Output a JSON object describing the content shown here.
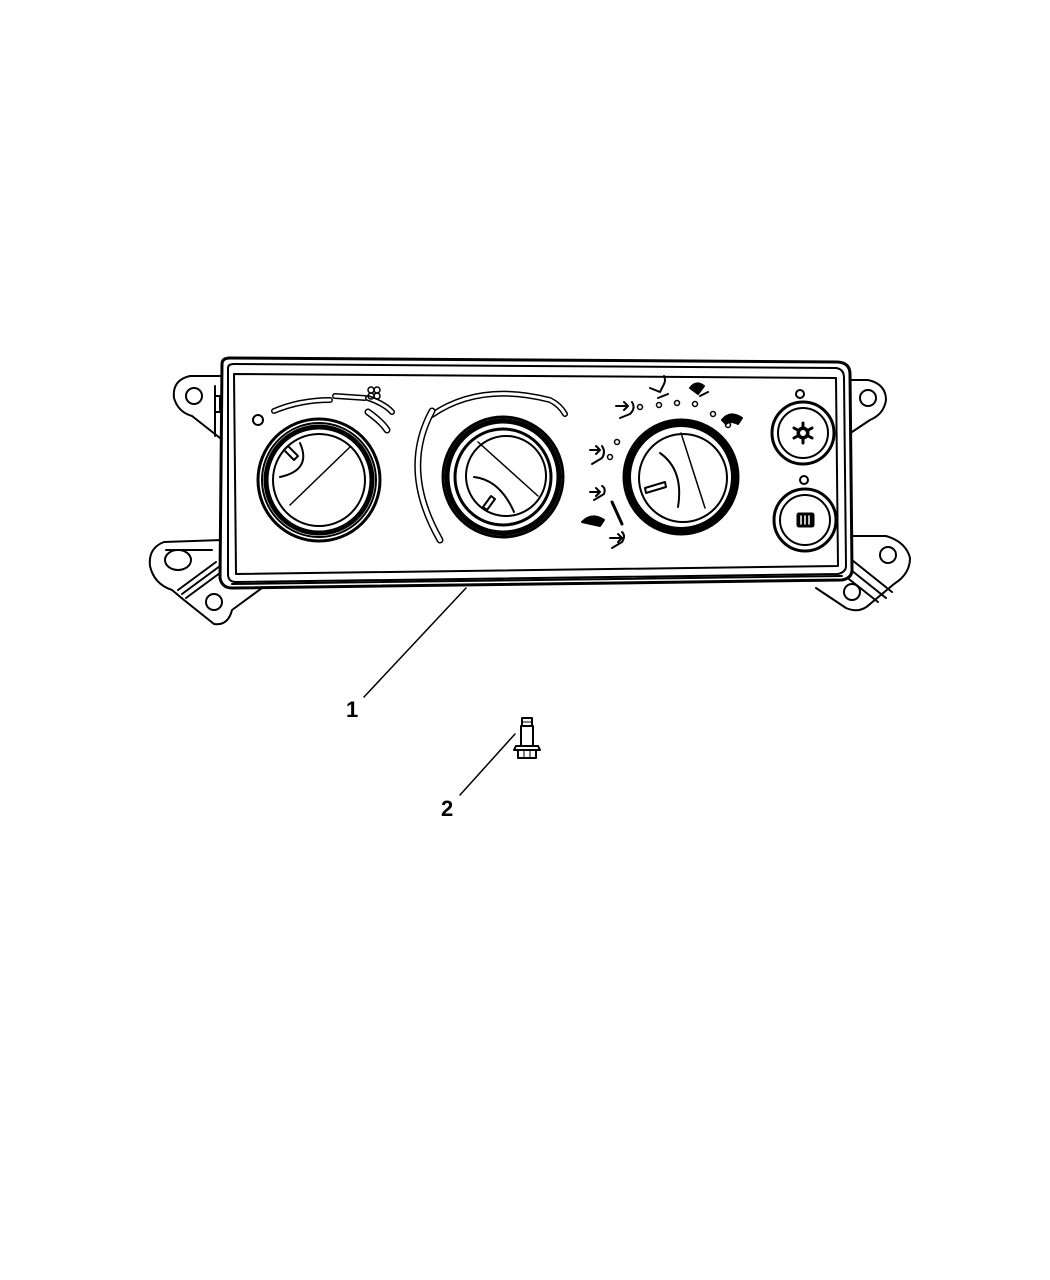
{
  "diagram": {
    "type": "exploded-parts-diagram",
    "subject": "HVAC heater / A-C control panel",
    "colors": {
      "line": "#000000",
      "background": "#ffffff"
    },
    "parts": [
      {
        "callout": "1",
        "description": "control panel assembly with three rotary knobs and two push buttons"
      },
      {
        "callout": "2",
        "description": "flange-head screw"
      }
    ],
    "control_panel": {
      "knobs": [
        {
          "position": "left",
          "function": "blower speed",
          "icon": "fan-icon"
        },
        {
          "position": "center",
          "function": "temperature",
          "icon": "temperature-arc"
        },
        {
          "position": "right",
          "function": "mode selector",
          "icons": [
            "panel-vent-icon",
            "bi-level-icon",
            "floor-icon",
            "floor-defrost-icon",
            "defrost-icon",
            "windshield-defrost-icon"
          ]
        }
      ],
      "buttons": [
        {
          "position": "upper-right",
          "icon": "ac-snowflake-icon"
        },
        {
          "position": "lower-right",
          "icon": "rear-defrost-icon"
        }
      ]
    }
  }
}
